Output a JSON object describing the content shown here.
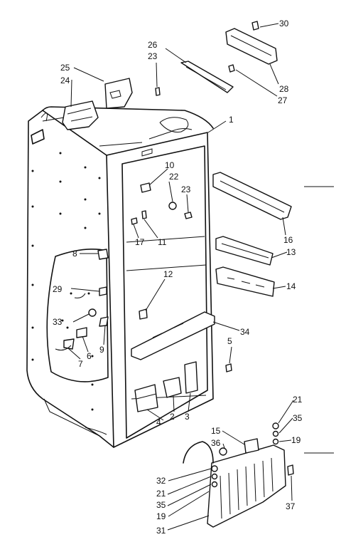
{
  "callouts": [
    {
      "id": "p30",
      "label": "30"
    },
    {
      "id": "p26",
      "label": "26"
    },
    {
      "id": "p23a",
      "label": "23"
    },
    {
      "id": "p25",
      "label": "25"
    },
    {
      "id": "p24",
      "label": "24"
    },
    {
      "id": "p28",
      "label": "28"
    },
    {
      "id": "p27",
      "label": "27"
    },
    {
      "id": "p1",
      "label": "1"
    },
    {
      "id": "p10",
      "label": "10"
    },
    {
      "id": "p22",
      "label": "22"
    },
    {
      "id": "p23b",
      "label": "23"
    },
    {
      "id": "p17",
      "label": "17"
    },
    {
      "id": "p11",
      "label": "11"
    },
    {
      "id": "p16",
      "label": "16"
    },
    {
      "id": "p13",
      "label": "13"
    },
    {
      "id": "p8",
      "label": "8"
    },
    {
      "id": "p12",
      "label": "12"
    },
    {
      "id": "p14",
      "label": "14"
    },
    {
      "id": "p29",
      "label": "29"
    },
    {
      "id": "p33",
      "label": "33"
    },
    {
      "id": "p34",
      "label": "34"
    },
    {
      "id": "p9",
      "label": "9"
    },
    {
      "id": "p6",
      "label": "6"
    },
    {
      "id": "p7",
      "label": "7"
    },
    {
      "id": "p5",
      "label": "5"
    },
    {
      "id": "p2",
      "label": "2"
    },
    {
      "id": "p3",
      "label": "3"
    },
    {
      "id": "p4",
      "label": "4"
    },
    {
      "id": "p21a",
      "label": "21"
    },
    {
      "id": "p35a",
      "label": "35"
    },
    {
      "id": "p19a",
      "label": "19"
    },
    {
      "id": "p15",
      "label": "15"
    },
    {
      "id": "p36",
      "label": "36"
    },
    {
      "id": "p32",
      "label": "32"
    },
    {
      "id": "p21b",
      "label": "21"
    },
    {
      "id": "p35b",
      "label": "35"
    },
    {
      "id": "p19b",
      "label": "19"
    },
    {
      "id": "p37",
      "label": "37"
    },
    {
      "id": "p31",
      "label": "31"
    }
  ]
}
